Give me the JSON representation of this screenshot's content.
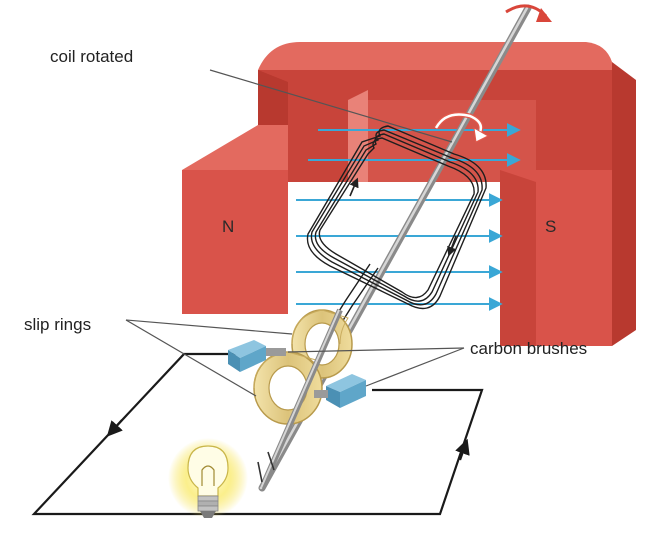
{
  "diagram": {
    "labels": {
      "coil": "coil rotated",
      "slip_rings": "slip rings",
      "brushes": "carbon brushes",
      "north": "N",
      "south": "S"
    },
    "icons": [
      "rotation-arrow-icon",
      "lightbulb-icon"
    ],
    "colors": {
      "magnet_front": "#d9534a",
      "magnet_side": "#b8392f",
      "magnet_top": "#e36a5f",
      "field_lines": "#3aa7d6",
      "slip_ring": "#e5cf8a",
      "brush": "#5fa6c9",
      "rotation_arrow": "#d9463a",
      "bulb_glow": "#f7e35a"
    }
  }
}
